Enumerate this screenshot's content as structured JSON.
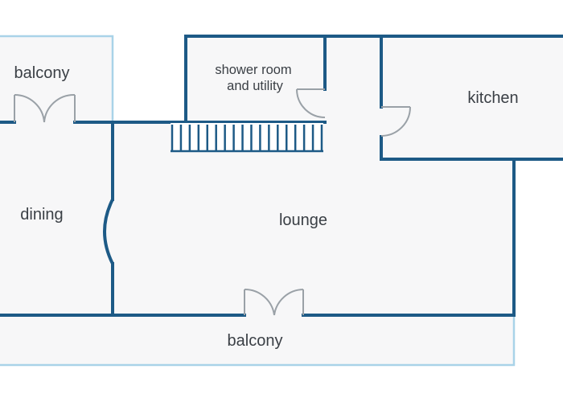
{
  "rooms": {
    "balcony_top": "balcony",
    "shower_line1": "shower room",
    "shower_line2": "and utility",
    "kitchen": "kitchen",
    "dining": "dining",
    "lounge": "lounge",
    "balcony_bottom": "balcony"
  },
  "colors": {
    "wall": "#1d5a86",
    "balcony_outline": "#a9d3e8",
    "door": "#9aa1a7",
    "room_fill": "#f7f7f8",
    "stairs": "#1d5a86"
  },
  "icons": {
    "stairs": "stairs-icon",
    "double_door": "double-door-icon",
    "single_door": "door-swing-icon",
    "arched_opening": "arch-opening-icon"
  }
}
